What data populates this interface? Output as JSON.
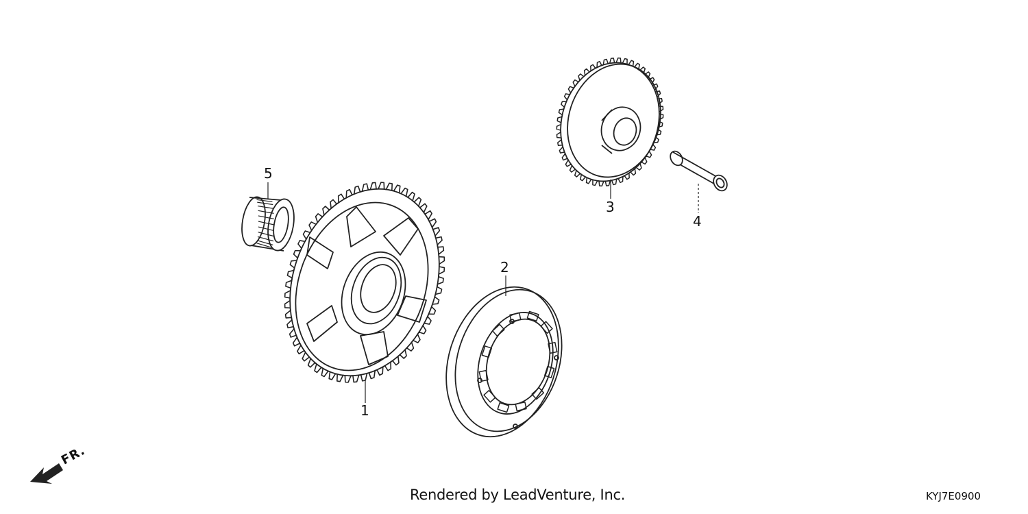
{
  "callouts": {
    "part_1": "1",
    "part_2": "2",
    "part_3": "3",
    "part_4": "4",
    "part_5": "5"
  },
  "direction_label": "FR.",
  "footer": {
    "credit": "Rendered by LeadVenture, Inc.",
    "diagram_code": "KYJ7E0900"
  },
  "icons": {
    "front_arrow": "arrow-down-left-icon"
  },
  "colors": {
    "line": "#222222",
    "background": "#ffffff"
  }
}
